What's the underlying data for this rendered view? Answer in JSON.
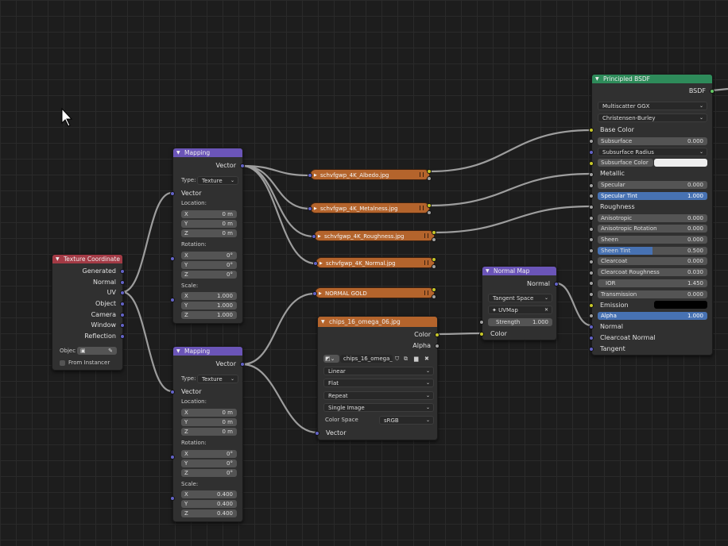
{
  "colors": {
    "vector_socket": "#6363c7",
    "color_socket": "#c7c729",
    "float_socket": "#a1a1a1",
    "shader_socket": "#63c763",
    "input_header": "#a33a45",
    "vector_header": "#6b55b8",
    "shader_header": "#2e8b5a",
    "image_node": "#b4642c",
    "selected_field": "#4772b3"
  },
  "tex_coord": {
    "title": "Texture Coordinate",
    "outputs": [
      "Generated",
      "Normal",
      "UV",
      "Object",
      "Camera",
      "Window",
      "Reflection"
    ],
    "object_label": "Objec",
    "instancer_label": "From Instancer"
  },
  "mapping1": {
    "title": "Mapping",
    "output": "Vector",
    "type_label": "Type:",
    "type_value": "Texture",
    "vector_in": "Vector",
    "location_label": "Location:",
    "rotation_label": "Rotation:",
    "scale_label": "Scale:",
    "x": "X",
    "y": "Y",
    "z": "Z",
    "location": [
      "0 m",
      "0 m",
      "0 m"
    ],
    "rotation": [
      "0°",
      "0°",
      "0°"
    ],
    "scale": [
      "1.000",
      "1.000",
      "1.000"
    ]
  },
  "mapping2": {
    "title": "Mapping",
    "output": "Vector",
    "type_label": "Type:",
    "type_value": "Texture",
    "vector_in": "Vector",
    "location_label": "Location:",
    "rotation_label": "Rotation:",
    "scale_label": "Scale:",
    "x": "X",
    "y": "Y",
    "z": "Z",
    "location": [
      "0 m",
      "0 m",
      "0 m"
    ],
    "rotation": [
      "0°",
      "0°",
      "0°"
    ],
    "scale": [
      "0.400",
      "0.400",
      "0.400"
    ]
  },
  "images": [
    "schvfgwp_4K_Albedo.jpg",
    "schvfgwp_4K_Metalness.jpg",
    "schvfgwp_4K_Roughness.jpg",
    "schvfgwp_4K_Normal.jpg",
    "NORMAL GOLD"
  ],
  "chips": {
    "title": "chips_16_omega_06.jpg",
    "out_color": "Color",
    "out_alpha": "Alpha",
    "image_name": "chips_16_omega_...",
    "interpolation": "Linear",
    "projection": "Flat",
    "extension": "Repeat",
    "source": "Single Image",
    "color_space_label": "Color Space",
    "color_space": "sRGB",
    "vector_in": "Vector"
  },
  "normal_map": {
    "title": "Normal Map",
    "output": "Normal",
    "space": "Tangent Space",
    "uv_map": "UVMap",
    "strength_label": "Strength",
    "strength": "1.000",
    "color_in": "Color"
  },
  "bsdf": {
    "title": "Principled BSDF",
    "output": "BSDF",
    "distribution": "Multiscatter GGX",
    "subsurface_method": "Christensen-Burley",
    "base_color": "Base Color",
    "subsurface": "Subsurface",
    "subsurface_val": "0.000",
    "subsurface_radius": "Subsurface Radius",
    "subsurface_color": "Subsurface Color",
    "metallic": "Metallic",
    "specular": "Specular",
    "specular_val": "0.000",
    "specular_tint": "Specular Tint",
    "specular_tint_val": "1.000",
    "roughness": "Roughness",
    "anisotropic": "Anisotropic",
    "anisotropic_val": "0.000",
    "anisotropic_rotation": "Anisotropic Rotation",
    "anisotropic_rotation_val": "0.000",
    "sheen": "Sheen",
    "sheen_val": "0.000",
    "sheen_tint": "Sheen Tint",
    "sheen_tint_val": "0.500",
    "sheen_tint_level": 0.5,
    "clearcoat": "Clearcoat",
    "clearcoat_val": "0.000",
    "clearcoat_roughness": "Clearcoat Roughness",
    "clearcoat_roughness_val": "0.030",
    "ior": "IOR",
    "ior_val": "1.450",
    "transmission": "Transmission",
    "transmission_val": "0.000",
    "emission": "Emission",
    "alpha": "Alpha",
    "alpha_val": "1.000",
    "normal": "Normal",
    "clearcoat_normal": "Clearcoat Normal",
    "tangent": "Tangent"
  }
}
